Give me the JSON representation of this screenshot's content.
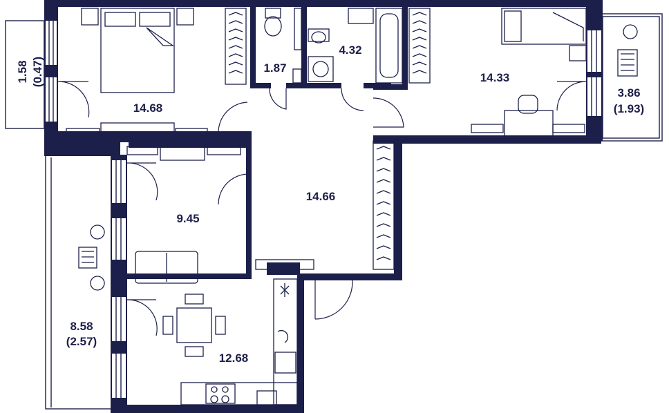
{
  "colors": {
    "wall": "#1c1f4a",
    "background": "#ffffff"
  },
  "rooms": [
    {
      "id": "bedroom-1",
      "area": "14.68",
      "sub": ""
    },
    {
      "id": "wc",
      "area": "1.87",
      "sub": ""
    },
    {
      "id": "bathroom",
      "area": "4.32",
      "sub": ""
    },
    {
      "id": "bedroom-2",
      "area": "14.33",
      "sub": ""
    },
    {
      "id": "balcony-right",
      "area": "3.86",
      "sub": "(1.93)"
    },
    {
      "id": "balcony-top-left",
      "area": "1.58",
      "sub": "(0.47)"
    },
    {
      "id": "hall",
      "area": "14.66",
      "sub": ""
    },
    {
      "id": "living-room",
      "area": "9.45",
      "sub": ""
    },
    {
      "id": "kitchen",
      "area": "12.68",
      "sub": ""
    },
    {
      "id": "loggia-left",
      "area": "8.58",
      "sub": "(2.57)"
    }
  ]
}
